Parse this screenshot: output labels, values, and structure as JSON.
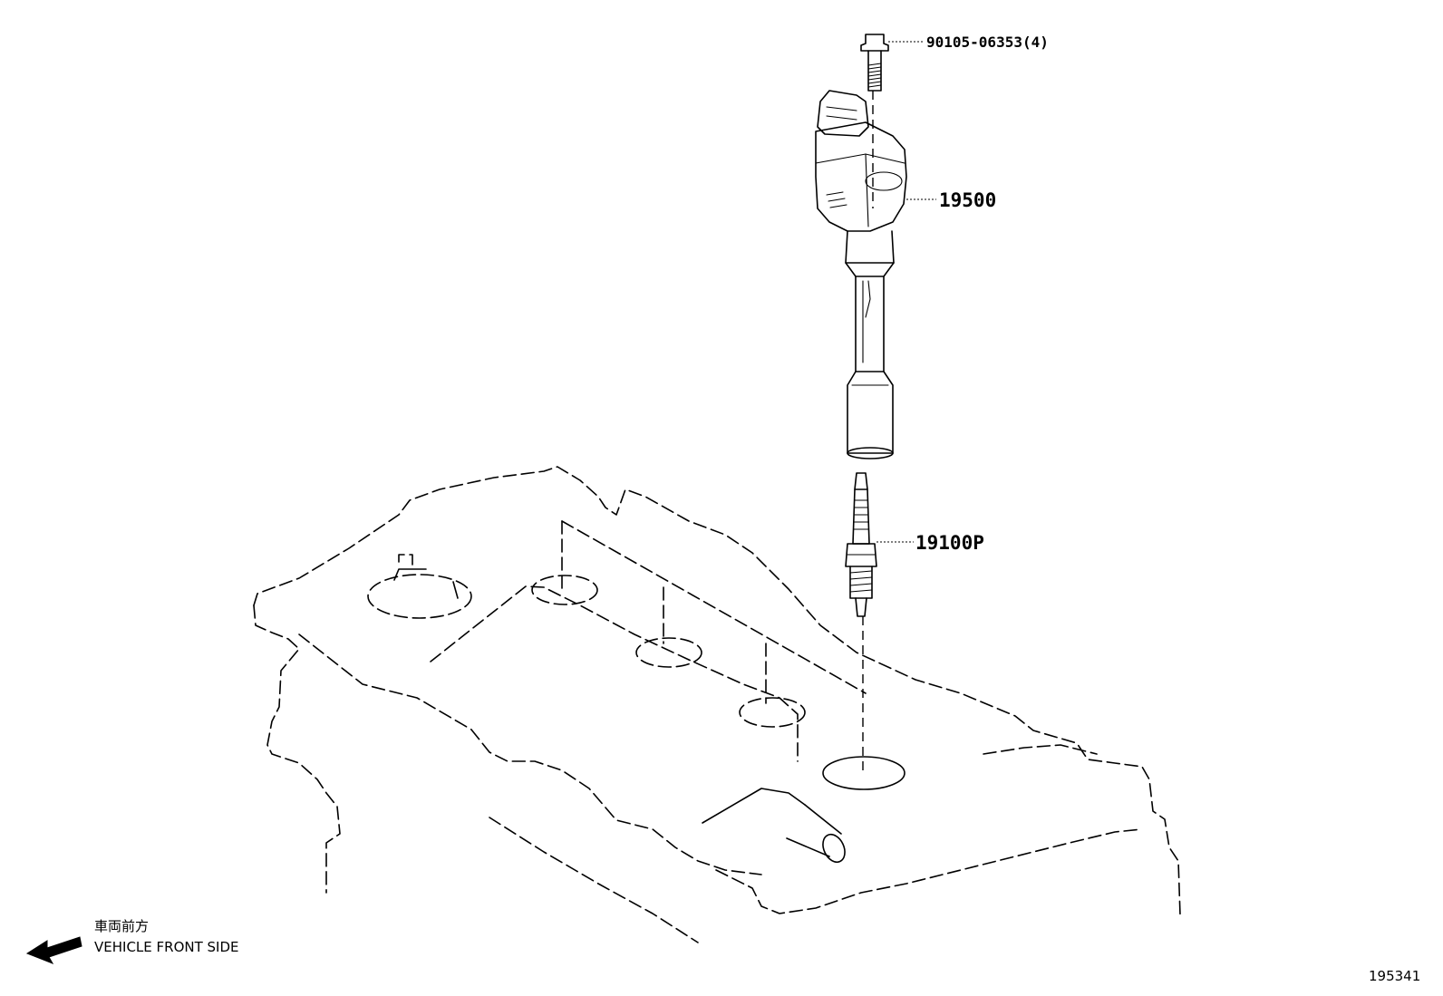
{
  "callouts": {
    "bolt": "90105-06353(4)",
    "ignition_coil": "19500",
    "spark_plug": "19100P"
  },
  "direction_note": {
    "japanese": "車両前方",
    "english": "VEHICLE FRONT SIDE"
  },
  "figure_number": "195341"
}
